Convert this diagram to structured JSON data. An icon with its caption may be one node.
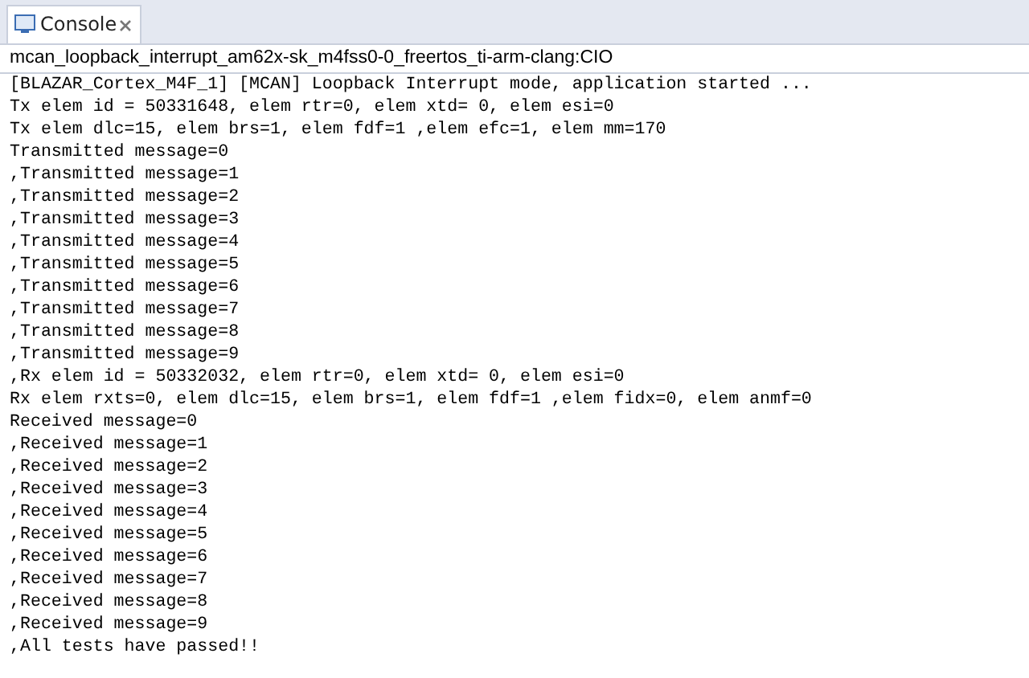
{
  "diagram": {
    "labels": [
      "Console",
      "mcan_loopback_interrupt_am62x-sk_m4fss0-0_freertos_ti-arm-clang:CIO",
      "[BLAZAR_Cortex_M4F_1] [MCAN] Loopback Interrupt mode, application started ...",
      "Tx elem id = 50331648, elem rtr=0, elem xtd= 0, elem esi=0",
      "Tx elem dlc=15, elem brs=1, elem fdf=1 ,elem efc=1, elem mm=170",
      "Transmitted message=0",
      ",Transmitted message=1",
      ",Transmitted message=2",
      ",Transmitted message=3",
      ",Transmitted message=4",
      ",Transmitted message=5",
      ",Transmitted message=6",
      ",Transmitted message=7",
      ",Transmitted message=8",
      ",Transmitted message=9",
      ",Rx elem id = 50332032, elem rtr=0, elem xtd= 0, elem esi=0",
      "Rx elem rxts=0, elem dlc=15, elem brs=1, elem fdf=1 ,elem fidx=0, elem anmf=0",
      "Received message=0",
      ",Received message=1",
      ",Received message=2",
      ",Received message=3",
      ",Received message=4",
      ",Received message=5",
      ",Received message=6",
      ",Received message=7",
      ",Received message=8",
      ",Received message=9",
      ",All tests have passed!!"
    ]
  }
}
